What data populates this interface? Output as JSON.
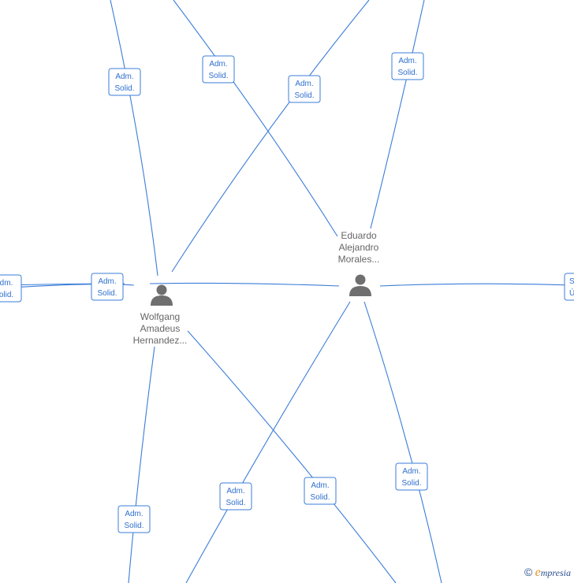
{
  "nodes": {
    "eduardo": {
      "name_lines": [
        "Eduardo",
        "Alejandro",
        "Morales..."
      ]
    },
    "wolfgang": {
      "name_lines": [
        "Wolfgang",
        "Amadeus",
        "Hernandez..."
      ]
    }
  },
  "edge_labels": [
    [
      "Adm.",
      "Solid."
    ],
    [
      "Adm.",
      "Solid."
    ],
    [
      "Adm.",
      "Solid."
    ],
    [
      "Adm.",
      "Solid."
    ],
    [
      "Adm.",
      "Solid."
    ],
    [
      "dm.",
      "olid."
    ],
    [
      "S",
      "Ú"
    ],
    [
      "Adm.",
      "Solid."
    ],
    [
      "Adm.",
      "Solid."
    ],
    [
      "Adm.",
      "Solid."
    ],
    [
      "Adm.",
      "Solid."
    ]
  ],
  "watermark": {
    "copyright": "©",
    "brand_initial": "e",
    "brand_rest": "mpresia"
  },
  "colors": {
    "edge": "#3b7dd8",
    "label_text": "#2f6fcf",
    "person": "#6f6f6f"
  }
}
